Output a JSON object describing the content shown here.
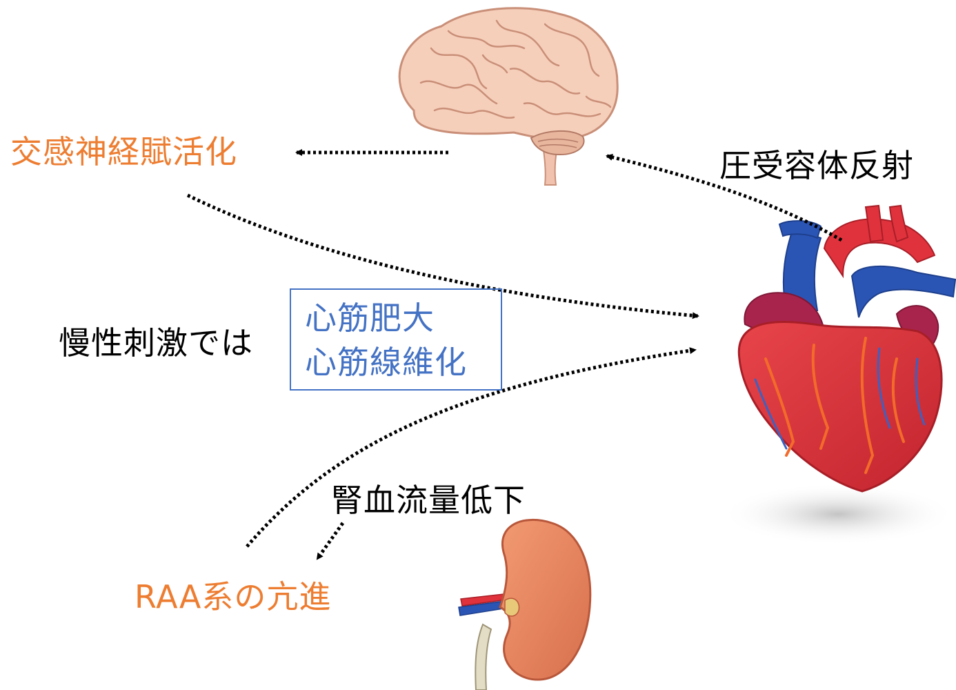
{
  "labels": {
    "sympathetic": "交感神経賦活化",
    "baroreflex": "圧受容体反射",
    "chronic": "慢性刺激では",
    "renal_flow": "腎血流量低下",
    "raa": "RAA系の亢進"
  },
  "box": {
    "line1": "心筋肥大",
    "line2": "心筋線維化"
  },
  "colors": {
    "orange_text": "#ED7D31",
    "blue_box": "#4472C4",
    "black_text": "#000000"
  },
  "icons": [
    "brain-icon",
    "heart-icon",
    "kidney-icon"
  ]
}
